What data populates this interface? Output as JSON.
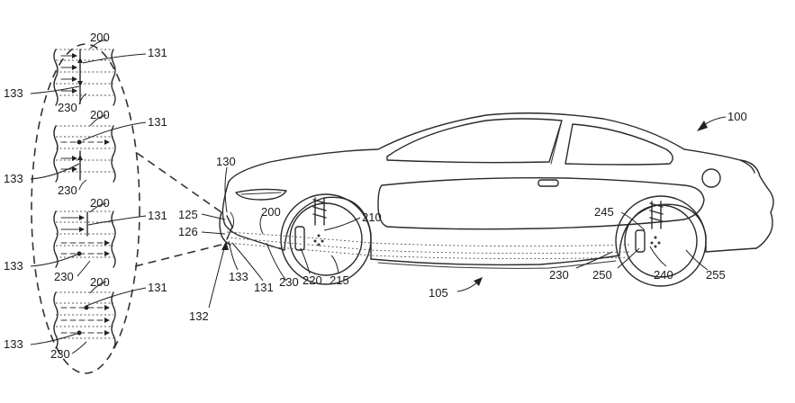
{
  "figure": {
    "labels": {
      "l100": "100",
      "l105": "105",
      "l125": "125",
      "l126": "126",
      "l130": "130",
      "l131": "131",
      "l132": "132",
      "l133": "133",
      "l200": "200",
      "l210": "210",
      "l215": "215",
      "l220": "220",
      "l230": "230",
      "l240": "240",
      "l245": "245",
      "l250": "250",
      "l255": "255"
    },
    "insets": [
      {
        "top": "200",
        "right": "131",
        "left": "133",
        "bottom": "230"
      },
      {
        "top": "200",
        "right": "131",
        "left": "133",
        "bottom": "230"
      },
      {
        "top": "200",
        "right": "131",
        "left": "133",
        "bottom": "230"
      },
      {
        "top": "200",
        "right": "131",
        "left": "133",
        "bottom": "230"
      }
    ]
  }
}
